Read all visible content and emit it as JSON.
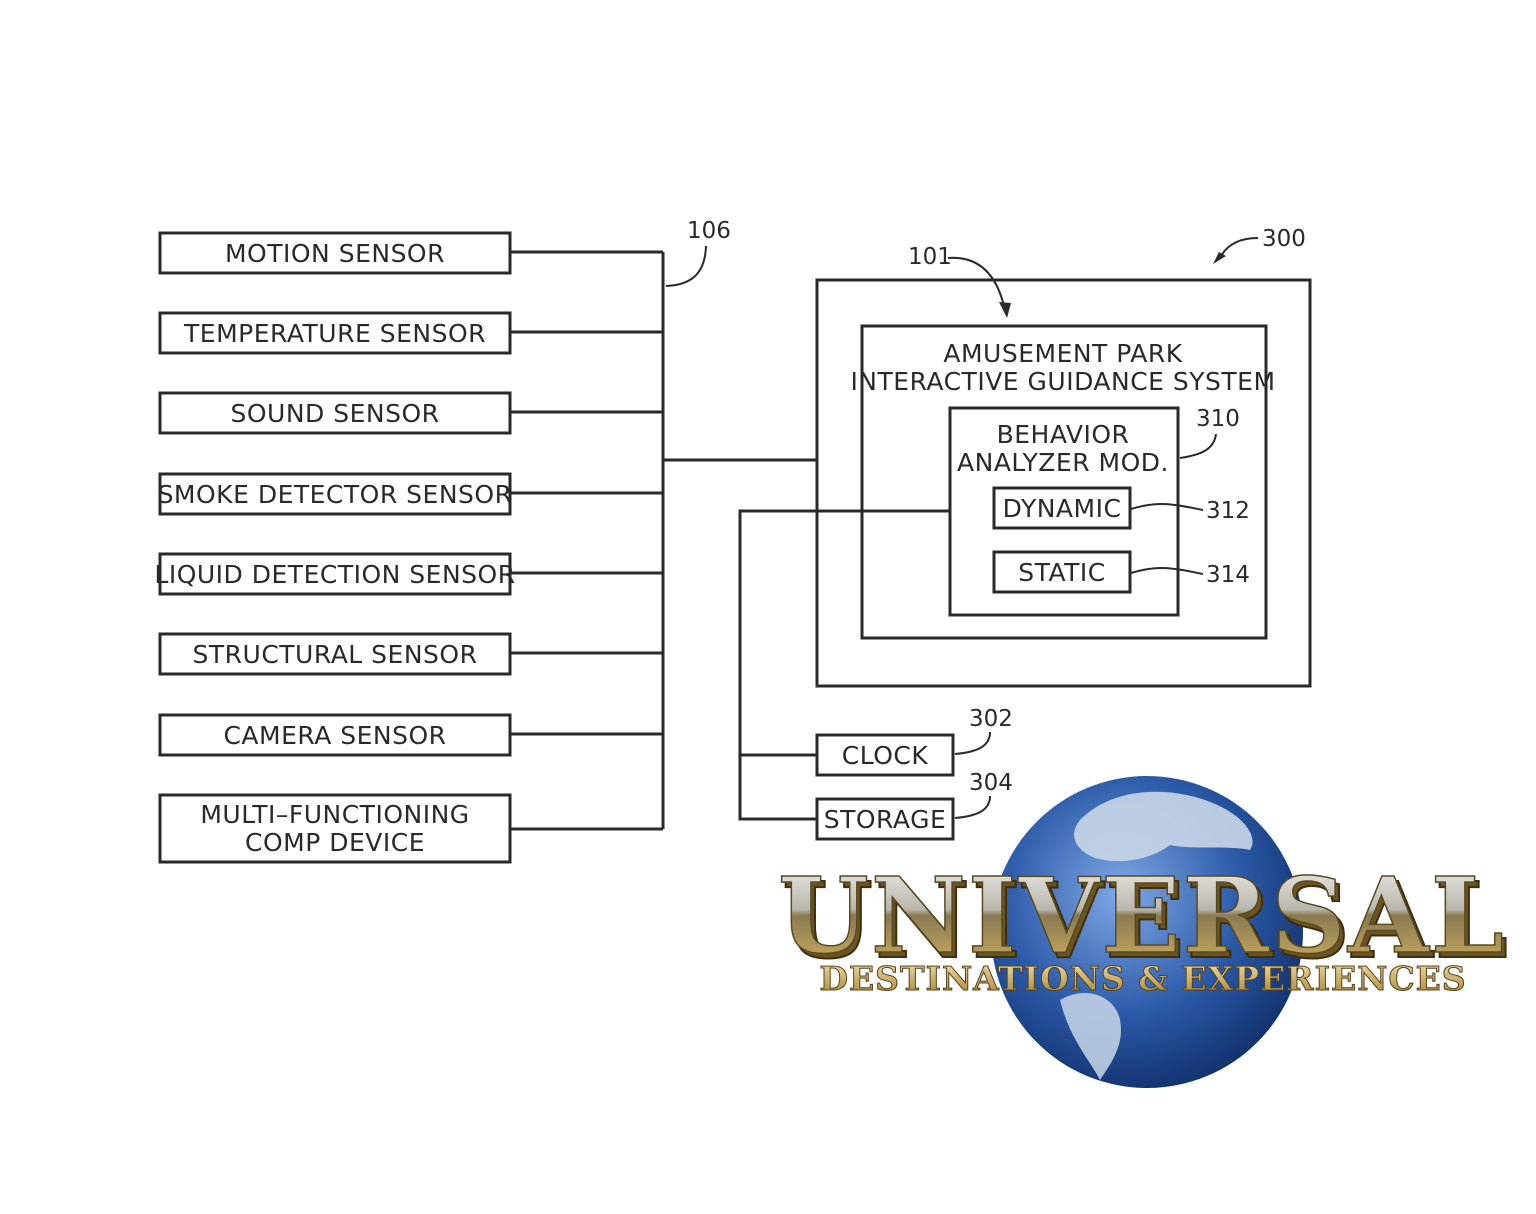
{
  "sensors": [
    {
      "label": "MOTION  SENSOR"
    },
    {
      "label": "TEMPERATURE  SENSOR"
    },
    {
      "label": "SOUND  SENSOR"
    },
    {
      "label": "SMOKE  DETECTOR  SENSOR"
    },
    {
      "label": "LIQUID  DETECTION  SENSOR"
    },
    {
      "label": "STRUCTURAL  SENSOR"
    },
    {
      "label": "CAMERA  SENSOR"
    },
    {
      "label_line1": "MULTI–FUNCTIONING",
      "label_line2": "COMP  DEVICE"
    }
  ],
  "refs": {
    "bus": "106",
    "system": "300",
    "guidance": "101",
    "analyzer": "310",
    "dynamic": "312",
    "static": "314",
    "clock": "302",
    "storage": "304"
  },
  "guidance_system": {
    "line1": "AMUSEMENT  PARK",
    "line2": "INTERACTIVE  GUIDANCE  SYSTEM"
  },
  "analyzer": {
    "line1": "BEHAVIOR",
    "line2": "ANALYZER  MOD."
  },
  "dynamic_label": "DYNAMIC",
  "static_label": "STATIC",
  "clock_label": "CLOCK",
  "storage_label": "STORAGE",
  "logo": {
    "name": "UNIVERSAL",
    "tagline": "DESTINATIONS & EXPERIENCES",
    "colors": {
      "globe_light": "#5f8fd6",
      "globe_dark": "#0f2f6e",
      "land": "#c9d6e8",
      "gold": "#c9a24a",
      "silver": "#b5b5b5"
    }
  }
}
